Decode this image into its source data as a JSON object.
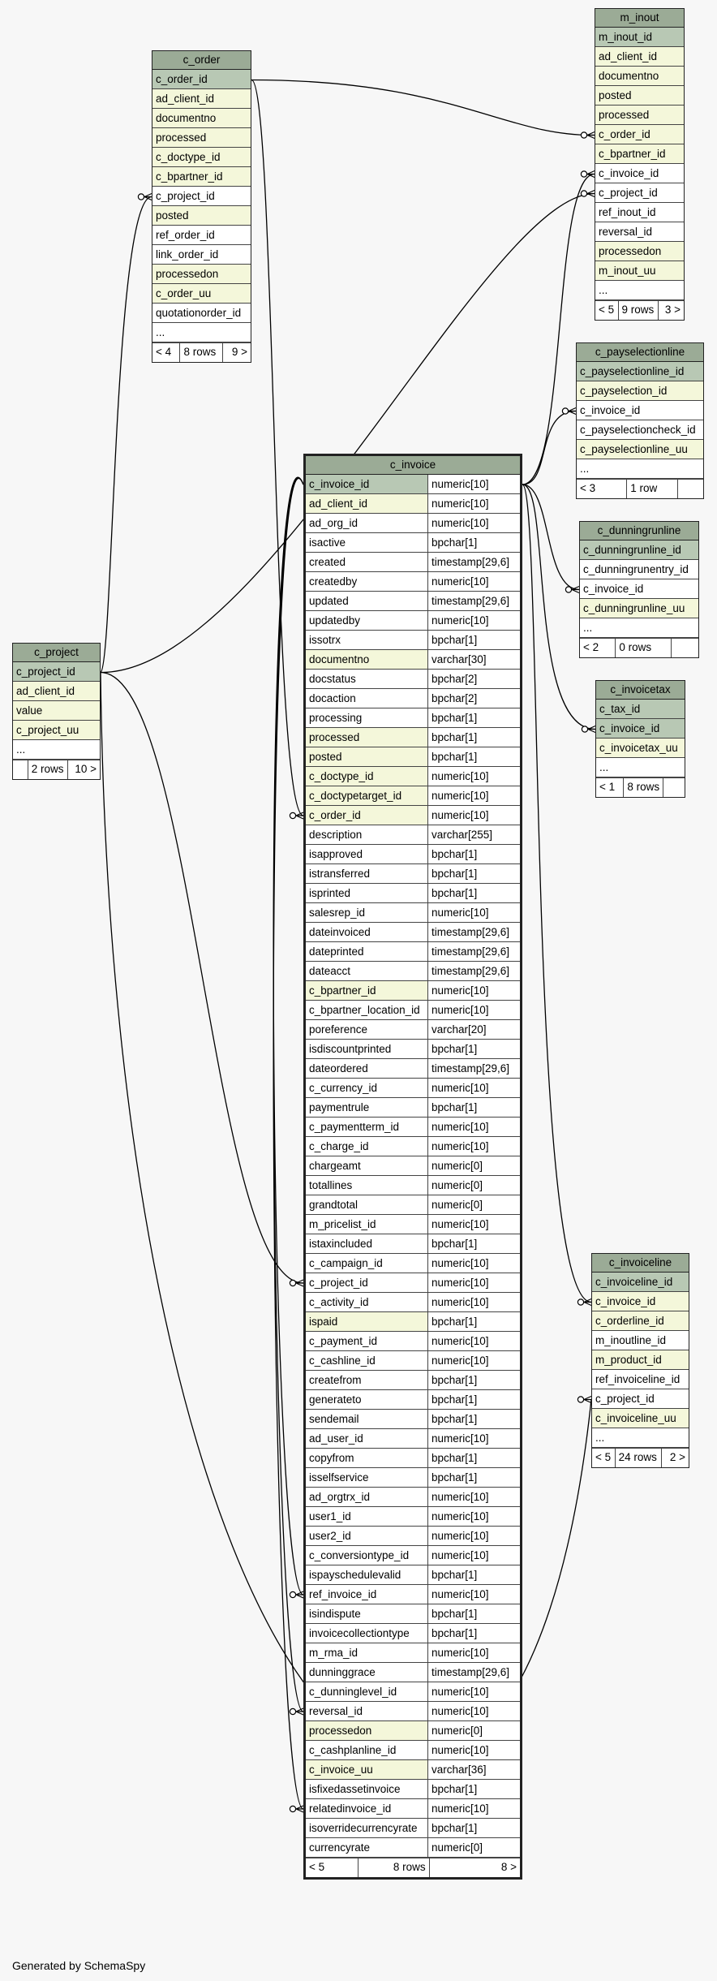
{
  "footer_text": "Generated by SchemaSpy",
  "colors": {
    "background": "#f7f7f7",
    "header": "#9bab96",
    "primary_key": "#b8c8b4",
    "foreign_key": "#f4f7da"
  },
  "tables": [
    {
      "id": "c_order",
      "name": "c_order",
      "columns": [
        {
          "name": "c_order_id",
          "kind": "pk"
        },
        {
          "name": "ad_client_id",
          "kind": "fk"
        },
        {
          "name": "documentno",
          "kind": "fk"
        },
        {
          "name": "processed",
          "kind": "fk"
        },
        {
          "name": "c_doctype_id",
          "kind": "fk"
        },
        {
          "name": "c_bpartner_id",
          "kind": "fk"
        },
        {
          "name": "c_project_id",
          "kind": ""
        },
        {
          "name": "posted",
          "kind": "fk"
        },
        {
          "name": "ref_order_id",
          "kind": ""
        },
        {
          "name": "link_order_id",
          "kind": ""
        },
        {
          "name": "processedon",
          "kind": "fk"
        },
        {
          "name": "c_order_uu",
          "kind": "fk"
        },
        {
          "name": "quotationorder_id",
          "kind": ""
        },
        {
          "name": "...",
          "kind": ""
        }
      ],
      "footer": [
        "< 4",
        "8 rows",
        "9 >"
      ]
    },
    {
      "id": "m_inout",
      "name": "m_inout",
      "columns": [
        {
          "name": "m_inout_id",
          "kind": "pk"
        },
        {
          "name": "ad_client_id",
          "kind": "fk"
        },
        {
          "name": "documentno",
          "kind": "fk"
        },
        {
          "name": "posted",
          "kind": "fk"
        },
        {
          "name": "processed",
          "kind": "fk"
        },
        {
          "name": "c_order_id",
          "kind": "fk"
        },
        {
          "name": "c_bpartner_id",
          "kind": "fk"
        },
        {
          "name": "c_invoice_id",
          "kind": ""
        },
        {
          "name": "c_project_id",
          "kind": ""
        },
        {
          "name": "ref_inout_id",
          "kind": ""
        },
        {
          "name": "reversal_id",
          "kind": ""
        },
        {
          "name": "processedon",
          "kind": "fk"
        },
        {
          "name": "m_inout_uu",
          "kind": "fk"
        },
        {
          "name": "...",
          "kind": ""
        }
      ],
      "footer": [
        "< 5",
        "9 rows",
        "3 >"
      ]
    },
    {
      "id": "c_payselectionline",
      "name": "c_payselectionline",
      "columns": [
        {
          "name": "c_payselectionline_id",
          "kind": "pk"
        },
        {
          "name": "c_payselection_id",
          "kind": "fk"
        },
        {
          "name": "c_invoice_id",
          "kind": ""
        },
        {
          "name": "c_payselectioncheck_id",
          "kind": ""
        },
        {
          "name": "c_payselectionline_uu",
          "kind": "fk"
        },
        {
          "name": "...",
          "kind": ""
        }
      ],
      "footer": [
        "< 3",
        "1 row",
        ""
      ]
    },
    {
      "id": "c_dunningrunline",
      "name": "c_dunningrunline",
      "columns": [
        {
          "name": "c_dunningrunline_id",
          "kind": "pk"
        },
        {
          "name": "c_dunningrunentry_id",
          "kind": ""
        },
        {
          "name": "c_invoice_id",
          "kind": ""
        },
        {
          "name": "c_dunningrunline_uu",
          "kind": "fk"
        },
        {
          "name": "...",
          "kind": ""
        }
      ],
      "footer": [
        "< 2",
        "0 rows",
        ""
      ]
    },
    {
      "id": "c_invoicetax",
      "name": "c_invoicetax",
      "columns": [
        {
          "name": "c_tax_id",
          "kind": "pk"
        },
        {
          "name": "c_invoice_id",
          "kind": "pk"
        },
        {
          "name": "c_invoicetax_uu",
          "kind": "fk"
        },
        {
          "name": "...",
          "kind": ""
        }
      ],
      "footer": [
        "< 1",
        "8 rows",
        ""
      ]
    },
    {
      "id": "c_project",
      "name": "c_project",
      "columns": [
        {
          "name": "c_project_id",
          "kind": "pk"
        },
        {
          "name": "ad_client_id",
          "kind": "fk"
        },
        {
          "name": "value",
          "kind": "fk"
        },
        {
          "name": "c_project_uu",
          "kind": "fk"
        },
        {
          "name": "...",
          "kind": ""
        }
      ],
      "footer": [
        "",
        "2 rows",
        "10 >"
      ]
    },
    {
      "id": "c_invoiceline",
      "name": "c_invoiceline",
      "columns": [
        {
          "name": "c_invoiceline_id",
          "kind": "pk"
        },
        {
          "name": "c_invoice_id",
          "kind": "fk"
        },
        {
          "name": "c_orderline_id",
          "kind": "fk"
        },
        {
          "name": "m_inoutline_id",
          "kind": ""
        },
        {
          "name": "m_product_id",
          "kind": "fk"
        },
        {
          "name": "ref_invoiceline_id",
          "kind": ""
        },
        {
          "name": "c_project_id",
          "kind": ""
        },
        {
          "name": "c_invoiceline_uu",
          "kind": "fk"
        },
        {
          "name": "...",
          "kind": ""
        }
      ],
      "footer": [
        "< 5",
        "24 rows",
        "2 >"
      ]
    }
  ],
  "main_table": {
    "id": "c_invoice",
    "name": "c_invoice",
    "columns": [
      {
        "name": "c_invoice_id",
        "type": "numeric[10]",
        "kind": "pk"
      },
      {
        "name": "ad_client_id",
        "type": "numeric[10]",
        "kind": "fk"
      },
      {
        "name": "ad_org_id",
        "type": "numeric[10]",
        "kind": ""
      },
      {
        "name": "isactive",
        "type": "bpchar[1]",
        "kind": ""
      },
      {
        "name": "created",
        "type": "timestamp[29,6]",
        "kind": ""
      },
      {
        "name": "createdby",
        "type": "numeric[10]",
        "kind": ""
      },
      {
        "name": "updated",
        "type": "timestamp[29,6]",
        "kind": ""
      },
      {
        "name": "updatedby",
        "type": "numeric[10]",
        "kind": ""
      },
      {
        "name": "issotrx",
        "type": "bpchar[1]",
        "kind": ""
      },
      {
        "name": "documentno",
        "type": "varchar[30]",
        "kind": "fk"
      },
      {
        "name": "docstatus",
        "type": "bpchar[2]",
        "kind": ""
      },
      {
        "name": "docaction",
        "type": "bpchar[2]",
        "kind": ""
      },
      {
        "name": "processing",
        "type": "bpchar[1]",
        "kind": ""
      },
      {
        "name": "processed",
        "type": "bpchar[1]",
        "kind": "fk"
      },
      {
        "name": "posted",
        "type": "bpchar[1]",
        "kind": "fk"
      },
      {
        "name": "c_doctype_id",
        "type": "numeric[10]",
        "kind": "fk"
      },
      {
        "name": "c_doctypetarget_id",
        "type": "numeric[10]",
        "kind": "fk"
      },
      {
        "name": "c_order_id",
        "type": "numeric[10]",
        "kind": "fk"
      },
      {
        "name": "description",
        "type": "varchar[255]",
        "kind": ""
      },
      {
        "name": "isapproved",
        "type": "bpchar[1]",
        "kind": ""
      },
      {
        "name": "istransferred",
        "type": "bpchar[1]",
        "kind": ""
      },
      {
        "name": "isprinted",
        "type": "bpchar[1]",
        "kind": ""
      },
      {
        "name": "salesrep_id",
        "type": "numeric[10]",
        "kind": ""
      },
      {
        "name": "dateinvoiced",
        "type": "timestamp[29,6]",
        "kind": ""
      },
      {
        "name": "dateprinted",
        "type": "timestamp[29,6]",
        "kind": ""
      },
      {
        "name": "dateacct",
        "type": "timestamp[29,6]",
        "kind": ""
      },
      {
        "name": "c_bpartner_id",
        "type": "numeric[10]",
        "kind": "fk"
      },
      {
        "name": "c_bpartner_location_id",
        "type": "numeric[10]",
        "kind": ""
      },
      {
        "name": "poreference",
        "type": "varchar[20]",
        "kind": ""
      },
      {
        "name": "isdiscountprinted",
        "type": "bpchar[1]",
        "kind": ""
      },
      {
        "name": "dateordered",
        "type": "timestamp[29,6]",
        "kind": ""
      },
      {
        "name": "c_currency_id",
        "type": "numeric[10]",
        "kind": ""
      },
      {
        "name": "paymentrule",
        "type": "bpchar[1]",
        "kind": ""
      },
      {
        "name": "c_paymentterm_id",
        "type": "numeric[10]",
        "kind": ""
      },
      {
        "name": "c_charge_id",
        "type": "numeric[10]",
        "kind": ""
      },
      {
        "name": "chargeamt",
        "type": "numeric[0]",
        "kind": ""
      },
      {
        "name": "totallines",
        "type": "numeric[0]",
        "kind": ""
      },
      {
        "name": "grandtotal",
        "type": "numeric[0]",
        "kind": ""
      },
      {
        "name": "m_pricelist_id",
        "type": "numeric[10]",
        "kind": ""
      },
      {
        "name": "istaxincluded",
        "type": "bpchar[1]",
        "kind": ""
      },
      {
        "name": "c_campaign_id",
        "type": "numeric[10]",
        "kind": ""
      },
      {
        "name": "c_project_id",
        "type": "numeric[10]",
        "kind": ""
      },
      {
        "name": "c_activity_id",
        "type": "numeric[10]",
        "kind": ""
      },
      {
        "name": "ispaid",
        "type": "bpchar[1]",
        "kind": "fk"
      },
      {
        "name": "c_payment_id",
        "type": "numeric[10]",
        "kind": ""
      },
      {
        "name": "c_cashline_id",
        "type": "numeric[10]",
        "kind": ""
      },
      {
        "name": "createfrom",
        "type": "bpchar[1]",
        "kind": ""
      },
      {
        "name": "generateto",
        "type": "bpchar[1]",
        "kind": ""
      },
      {
        "name": "sendemail",
        "type": "bpchar[1]",
        "kind": ""
      },
      {
        "name": "ad_user_id",
        "type": "numeric[10]",
        "kind": ""
      },
      {
        "name": "copyfrom",
        "type": "bpchar[1]",
        "kind": ""
      },
      {
        "name": "isselfservice",
        "type": "bpchar[1]",
        "kind": ""
      },
      {
        "name": "ad_orgtrx_id",
        "type": "numeric[10]",
        "kind": ""
      },
      {
        "name": "user1_id",
        "type": "numeric[10]",
        "kind": ""
      },
      {
        "name": "user2_id",
        "type": "numeric[10]",
        "kind": ""
      },
      {
        "name": "c_conversiontype_id",
        "type": "numeric[10]",
        "kind": ""
      },
      {
        "name": "ispayschedulevalid",
        "type": "bpchar[1]",
        "kind": ""
      },
      {
        "name": "ref_invoice_id",
        "type": "numeric[10]",
        "kind": ""
      },
      {
        "name": "isindispute",
        "type": "bpchar[1]",
        "kind": ""
      },
      {
        "name": "invoicecollectiontype",
        "type": "bpchar[1]",
        "kind": ""
      },
      {
        "name": "m_rma_id",
        "type": "numeric[10]",
        "kind": ""
      },
      {
        "name": "dunninggrace",
        "type": "timestamp[29,6]",
        "kind": ""
      },
      {
        "name": "c_dunninglevel_id",
        "type": "numeric[10]",
        "kind": ""
      },
      {
        "name": "reversal_id",
        "type": "numeric[10]",
        "kind": ""
      },
      {
        "name": "processedon",
        "type": "numeric[0]",
        "kind": "fk"
      },
      {
        "name": "c_cashplanline_id",
        "type": "numeric[10]",
        "kind": ""
      },
      {
        "name": "c_invoice_uu",
        "type": "varchar[36]",
        "kind": "fk"
      },
      {
        "name": "isfixedassetinvoice",
        "type": "bpchar[1]",
        "kind": ""
      },
      {
        "name": "relatedinvoice_id",
        "type": "numeric[10]",
        "kind": ""
      },
      {
        "name": "isoverridecurrencyrate",
        "type": "bpchar[1]",
        "kind": ""
      },
      {
        "name": "currencyrate",
        "type": "numeric[0]",
        "kind": ""
      }
    ],
    "footer": [
      "< 5",
      "8 rows",
      "8 >"
    ]
  }
}
